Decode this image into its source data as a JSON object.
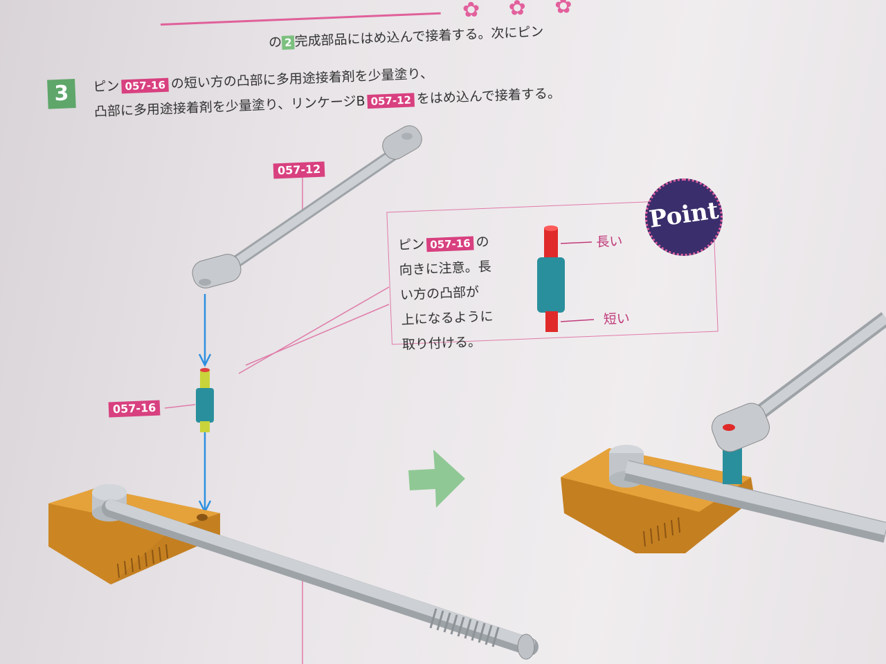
{
  "flowers": "✿ ✿ ✿",
  "step": {
    "number": "3",
    "line1_tail": "完成部品にはめ込んで接着する。次にピン",
    "line1_num": "2",
    "line1_pre": "の",
    "line2_pre": "ピン",
    "line2_tag": "057-16",
    "line2_post": "の短い方の凸部に多用途接着剤を少量塗り、",
    "line3_pre": "凸部に多用途接着剤を少量塗り、リンケージB",
    "line3_tag": "057-12",
    "line3_post": "をはめ込んで接着する。"
  },
  "parts": {
    "linkage_label": "057-12",
    "pin_label": "057-16"
  },
  "callout": {
    "pre": "ピン",
    "tag": "057-16",
    "post": "の",
    "lines": [
      "向きに注意。長",
      "い方の凸部が",
      "上になるように",
      "取り付ける。"
    ],
    "long_label": "長い",
    "short_label": "短い",
    "badge": "Point"
  },
  "colors": {
    "accent": "#d8407f",
    "step_green": "#5fa66a",
    "arrow_green": "#8fc894",
    "point_bg": "#3b2e6c",
    "part_orange": "#e09a2c",
    "rod_gray": "#c8ccd0",
    "pin_teal": "#2a8f9c",
    "pin_red": "#e02a2a",
    "guide_blue": "#2d8fe0"
  },
  "icons": {
    "flowers": "flower-decoration-icon",
    "arrow": "next-arrow-icon"
  }
}
